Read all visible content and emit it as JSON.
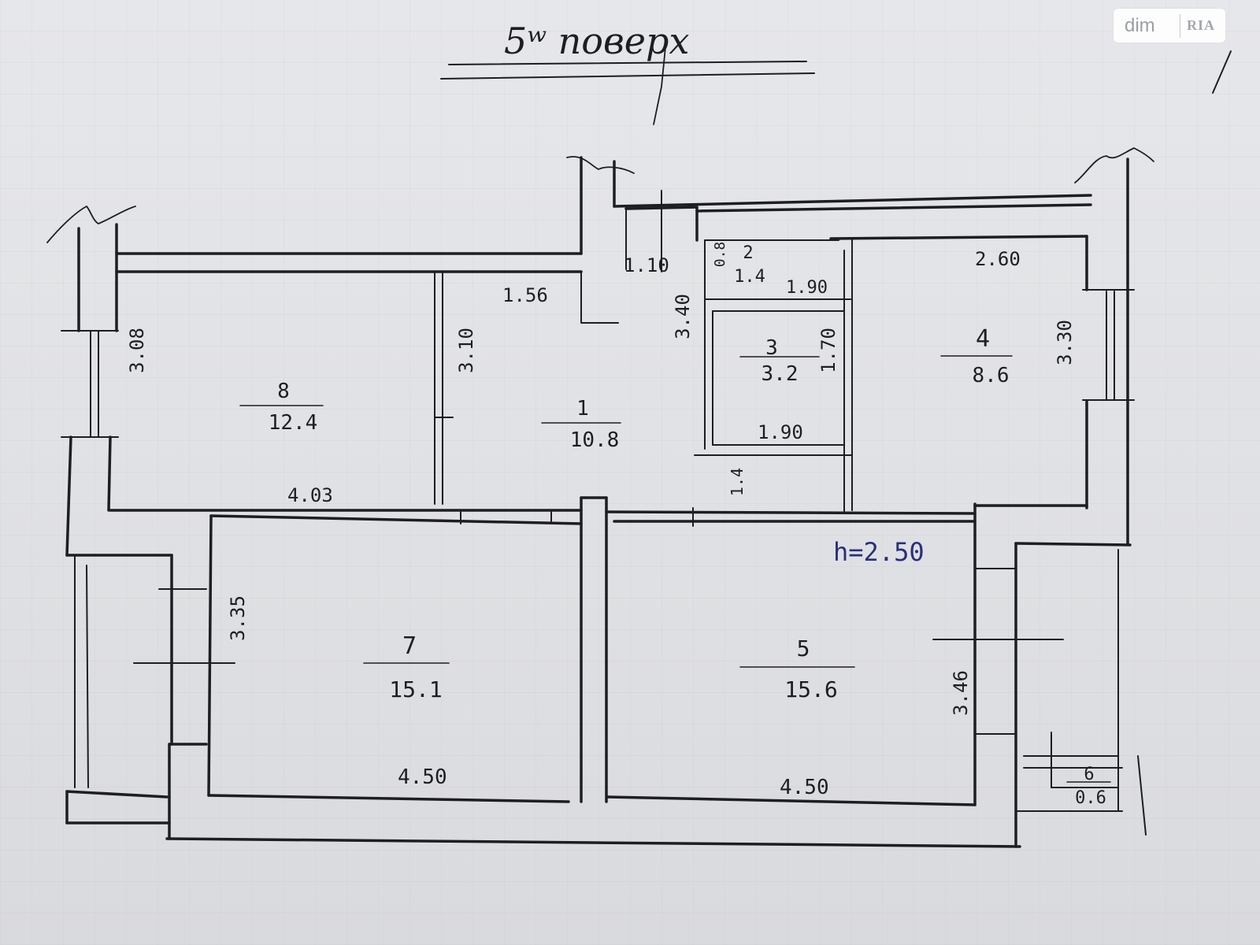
{
  "title": "5ʷ поверх",
  "watermark": {
    "left": "dim",
    "right": "RIA"
  },
  "height_note": "h=2.50",
  "rooms": [
    {
      "number": "1",
      "area": "10.8"
    },
    {
      "number": "2",
      "area": "1.4"
    },
    {
      "number": "3",
      "area": "3.2"
    },
    {
      "number": "4",
      "area": "8.6"
    },
    {
      "number": "5",
      "area": "15.6"
    },
    {
      "number": "6",
      "area": "0.6"
    },
    {
      "number": "7",
      "area": "15.1"
    },
    {
      "number": "8",
      "area": "12.4"
    }
  ],
  "dimensions": {
    "d_1_10": "1.10",
    "d_1_56": "1.56",
    "d_3_10": "3.10",
    "d_3_08": "3.08",
    "d_4_03": "4.03",
    "d_3_40": "3.40",
    "d_0_8": "0.8",
    "d_1_90_top": "1.90",
    "d_1_70": "1.70",
    "d_1_90_bottom": "1.90",
    "d_1_4x": "1.4",
    "d_2_60": "2.60",
    "d_3_30": "3.30",
    "d_3_35": "3.35",
    "d_4_50_left": "4.50",
    "d_4_50_right": "4.50",
    "d_3_46": "3.46"
  },
  "colors": {
    "ink": "#1d1e22",
    "blue_ink": "#2a2e7a",
    "paper": "#e2e3e6"
  }
}
